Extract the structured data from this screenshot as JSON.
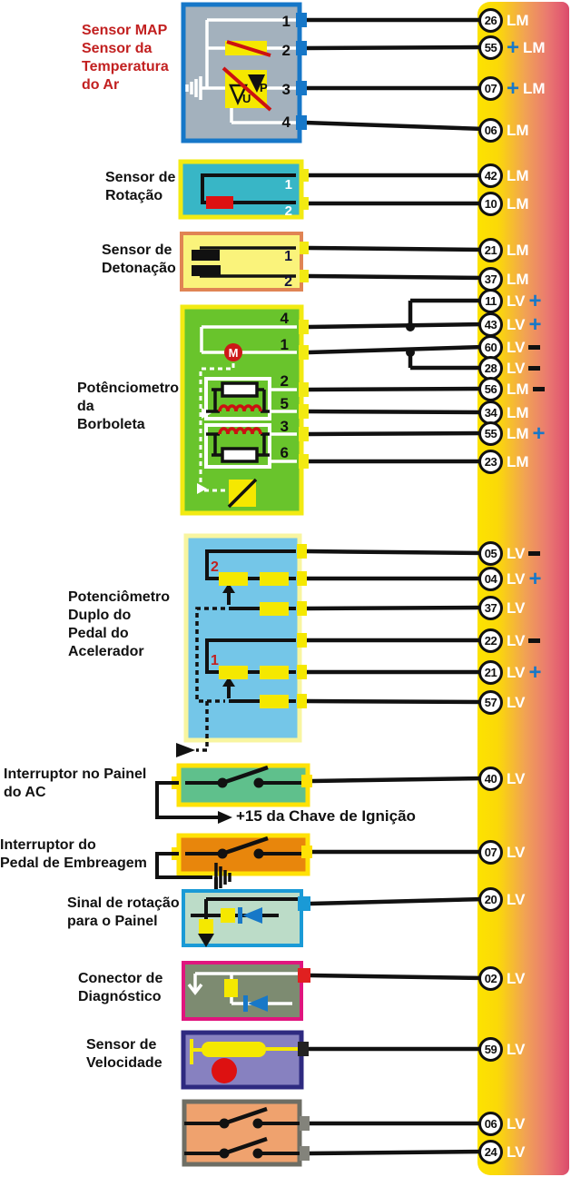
{
  "colors": {
    "plus_blue": "#1778c8",
    "label_red": "#c22020",
    "strip_yellow": "#fce300",
    "strip_red": "#d94a6a"
  },
  "left_labels": {
    "map": "Sensor MAP\nSensor da\nTemperatura\ndo Ar",
    "rotacao": "Sensor de\nRotação",
    "detonacao": "Sensor de\nDetonação",
    "borboleta": "Potênciometro\nda\nBorboleta",
    "pedal": "Potenciômetro\nDuplo do\nPedal do\nAcelerador",
    "ac": "Interruptor no Painel\ndo AC",
    "ignicao": "+15 da Chave de Ignição",
    "embreagem": "Interruptor do\nPedal de Embreagem",
    "sinal": "Sinal de rotação\npara o Painel",
    "diagnostico": "Conector de\nDiagnóstico",
    "velocidade": "Sensor de\nVelocidade"
  },
  "boxes": {
    "map": {
      "pins": [
        "1",
        "2",
        "3",
        "4"
      ],
      "u": "U",
      "p": "P"
    },
    "rotacao": {
      "pins": [
        "1",
        "2"
      ]
    },
    "detonacao": {
      "pins": [
        "1",
        "2"
      ]
    },
    "borboleta": {
      "pins": [
        "4",
        "1",
        "2",
        "5",
        "3",
        "6"
      ],
      "motor": "M"
    },
    "pedal": {
      "track_upper": "2",
      "track_lower": "1"
    }
  },
  "connectors": [
    {
      "num": "26",
      "label": "LM",
      "pre": "",
      "post": ""
    },
    {
      "num": "55",
      "label": "LM",
      "pre": "+",
      "post": ""
    },
    {
      "num": "07",
      "label": "LM",
      "pre": "+",
      "post": ""
    },
    {
      "num": "06",
      "label": "LM",
      "pre": "",
      "post": ""
    },
    {
      "num": "42",
      "label": "LM",
      "pre": "",
      "post": ""
    },
    {
      "num": "10",
      "label": "LM",
      "pre": "",
      "post": ""
    },
    {
      "num": "21",
      "label": "LM",
      "pre": "",
      "post": ""
    },
    {
      "num": "37",
      "label": "LM",
      "pre": "",
      "post": ""
    },
    {
      "num": "11",
      "label": "LV",
      "pre": "",
      "post": "+"
    },
    {
      "num": "43",
      "label": "LV",
      "pre": "",
      "post": "+"
    },
    {
      "num": "60",
      "label": "LV",
      "pre": "",
      "post": "−"
    },
    {
      "num": "28",
      "label": "LV",
      "pre": "",
      "post": "−"
    },
    {
      "num": "56",
      "label": "LM",
      "pre": "",
      "post": "−"
    },
    {
      "num": "34",
      "label": "LM",
      "pre": "",
      "post": ""
    },
    {
      "num": "55",
      "label": "LM",
      "pre": "",
      "post": "+"
    },
    {
      "num": "23",
      "label": "LM",
      "pre": "",
      "post": ""
    },
    {
      "num": "05",
      "label": "LV",
      "pre": "",
      "post": "−"
    },
    {
      "num": "04",
      "label": "LV",
      "pre": "",
      "post": "+"
    },
    {
      "num": "37",
      "label": "LV",
      "pre": "",
      "post": ""
    },
    {
      "num": "22",
      "label": "LV",
      "pre": "",
      "post": "−"
    },
    {
      "num": "21",
      "label": "LV",
      "pre": "",
      "post": "+"
    },
    {
      "num": "57",
      "label": "LV",
      "pre": "",
      "post": ""
    },
    {
      "num": "40",
      "label": "LV",
      "pre": "",
      "post": ""
    },
    {
      "num": "07",
      "label": "LV",
      "pre": "",
      "post": ""
    },
    {
      "num": "20",
      "label": "LV",
      "pre": "",
      "post": ""
    },
    {
      "num": "02",
      "label": "LV",
      "pre": "",
      "post": ""
    },
    {
      "num": "59",
      "label": "LV",
      "pre": "",
      "post": ""
    },
    {
      "num": "06",
      "label": "LV",
      "pre": "",
      "post": ""
    },
    {
      "num": "24",
      "label": "LV",
      "pre": "",
      "post": ""
    }
  ]
}
